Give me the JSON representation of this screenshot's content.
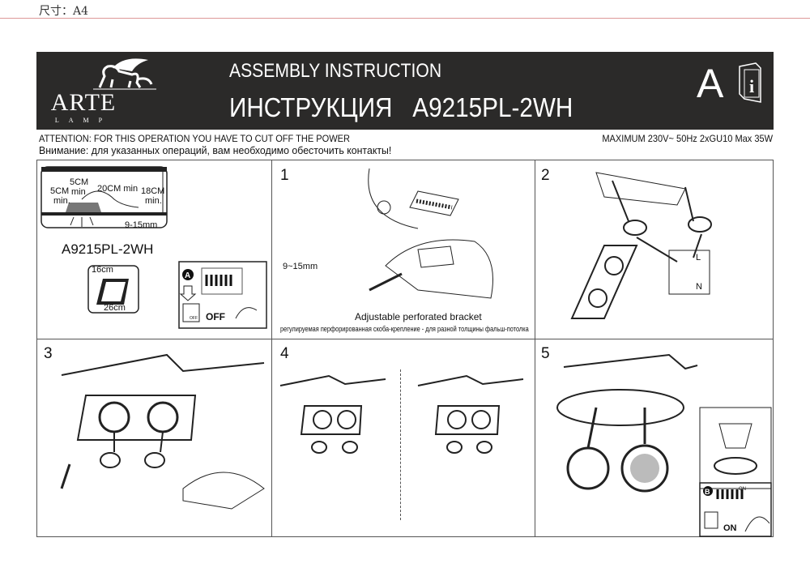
{
  "page_size": "尺寸：A4",
  "header": {
    "brand": "ARTE",
    "brand_sub": "LAMP",
    "title_en": "ASSEMBLY INSTRUCTION",
    "title_ru": "ИНСТРУКЦИЯ",
    "model": "A9215PL-2WH",
    "letter": "A",
    "info_letter": "i"
  },
  "attention_en": "ATTENTION: FOR THIS OPERATION YOU HAVE TO CUT OFF THE POWER",
  "attention_ru": "Внимание: для указанных операций, вам необходимо обесточить контакты!",
  "rating": "MAXIMUM 230V~ 50Hz 2xGU10 Max 35W",
  "panel0": {
    "d1": "5CM",
    "d1b": "min.",
    "d2": "5CM",
    "d2b": "min",
    "d3": "20CM min",
    "d4": "18CM",
    "d4b": "min.",
    "d5": "9-15mm",
    "model": "A9215PL-2WH",
    "cut_h": "16cm",
    "cut_w": "26cm",
    "step": "A",
    "switch_small": "OFF",
    "switch_label": "OFF"
  },
  "panel1": {
    "num": "1",
    "thickness": "9~15mm",
    "bracket_en": "Adjustable perforated bracket",
    "bracket_ru": "регулируемая перфорированная скоба-крепление - для разной толщины фальш-потолка"
  },
  "panel2": {
    "num": "2",
    "l": "L",
    "n": "N"
  },
  "panel3": {
    "num": "3"
  },
  "panel4": {
    "num": "4"
  },
  "panel5": {
    "num": "5",
    "step": "B",
    "switch_small": "ON",
    "switch_label": "ON"
  }
}
